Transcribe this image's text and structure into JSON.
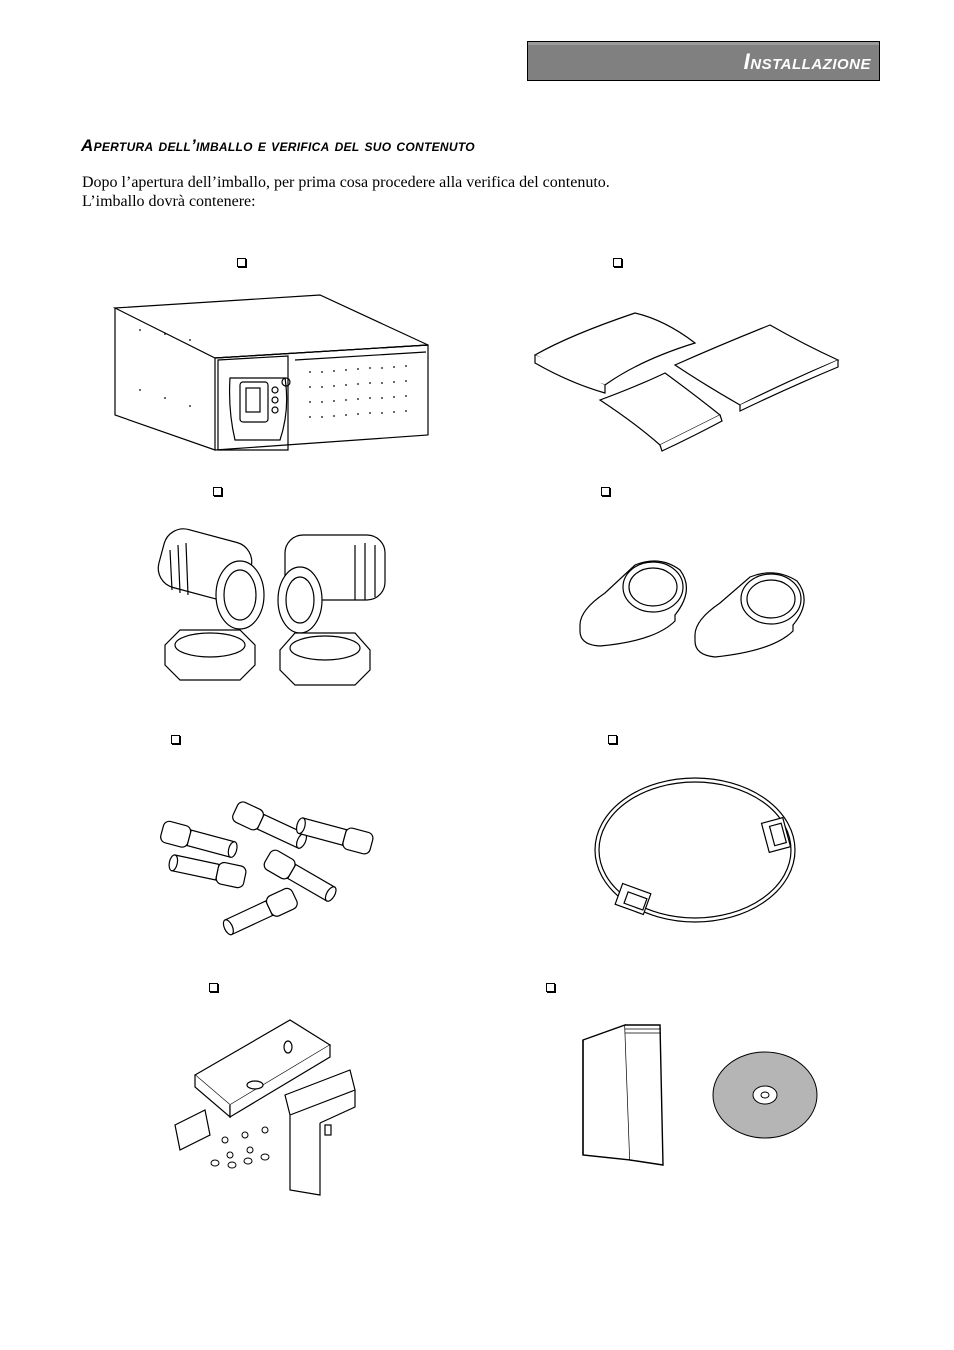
{
  "header": {
    "title": "Installazione"
  },
  "section": {
    "title": "Apertura dell’imballo e verifica del suo contenuto"
  },
  "intro": {
    "line1": "Dopo l’apertura dell’imballo, per prima cosa procedere alla verifica del contenuto.",
    "line2": "L’imballo dovrà contenere:"
  },
  "items": [
    {
      "icon": "ups-cabinet-icon"
    },
    {
      "icon": "cover-panels-icon"
    },
    {
      "icon": "cable-glands-icon"
    },
    {
      "icon": "gland-caps-icon"
    },
    {
      "icon": "cable-lugs-icon"
    },
    {
      "icon": "serial-cable-icon"
    },
    {
      "icon": "mounting-brackets-icon"
    },
    {
      "icon": "manual-and-cd-icon"
    }
  ]
}
